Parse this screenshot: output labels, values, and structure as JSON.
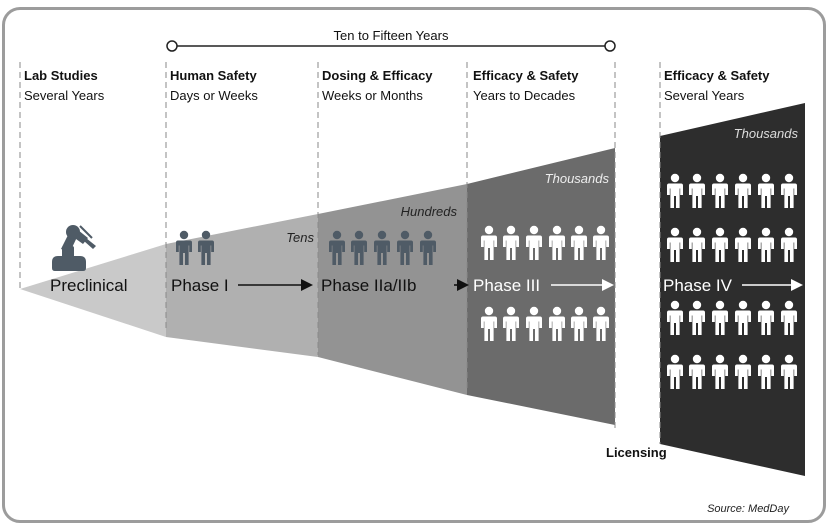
{
  "timeline": {
    "label": "Ten to Fifteen Years"
  },
  "stages": [
    {
      "title": "Lab Studies",
      "duration": "Several Years"
    },
    {
      "title": "Human Safety",
      "duration": "Days or Weeks"
    },
    {
      "title": "Dosing & Efficacy",
      "duration": "Weeks or Months"
    },
    {
      "title": "Efficacy & Safety",
      "duration": "Years to Decades"
    },
    {
      "title": "Efficacy & Safety",
      "duration": "Several Years"
    }
  ],
  "phases": {
    "preclinical": "Preclinical",
    "phase1": "Phase I",
    "phase2": "Phase IIa/IIb",
    "phase3": "Phase III",
    "phase4": "Phase IV"
  },
  "scale_labels": {
    "tens": "Tens",
    "hundreds": "Hundreds",
    "thousands_p3": "Thousands",
    "thousands_p4": "Thousands"
  },
  "milestone": "Licensing",
  "source": "Source: MedDay",
  "icons": {
    "lab": "robot-arm-icon",
    "person": "person-icon"
  },
  "colors": {
    "preclinical": "#c9c9c9",
    "phase1": "#b0b0b0",
    "phase2": "#939393",
    "phase3": "#6b6b6b",
    "phase4": "#2d2d2d",
    "person_dark": "#4f5b66"
  }
}
